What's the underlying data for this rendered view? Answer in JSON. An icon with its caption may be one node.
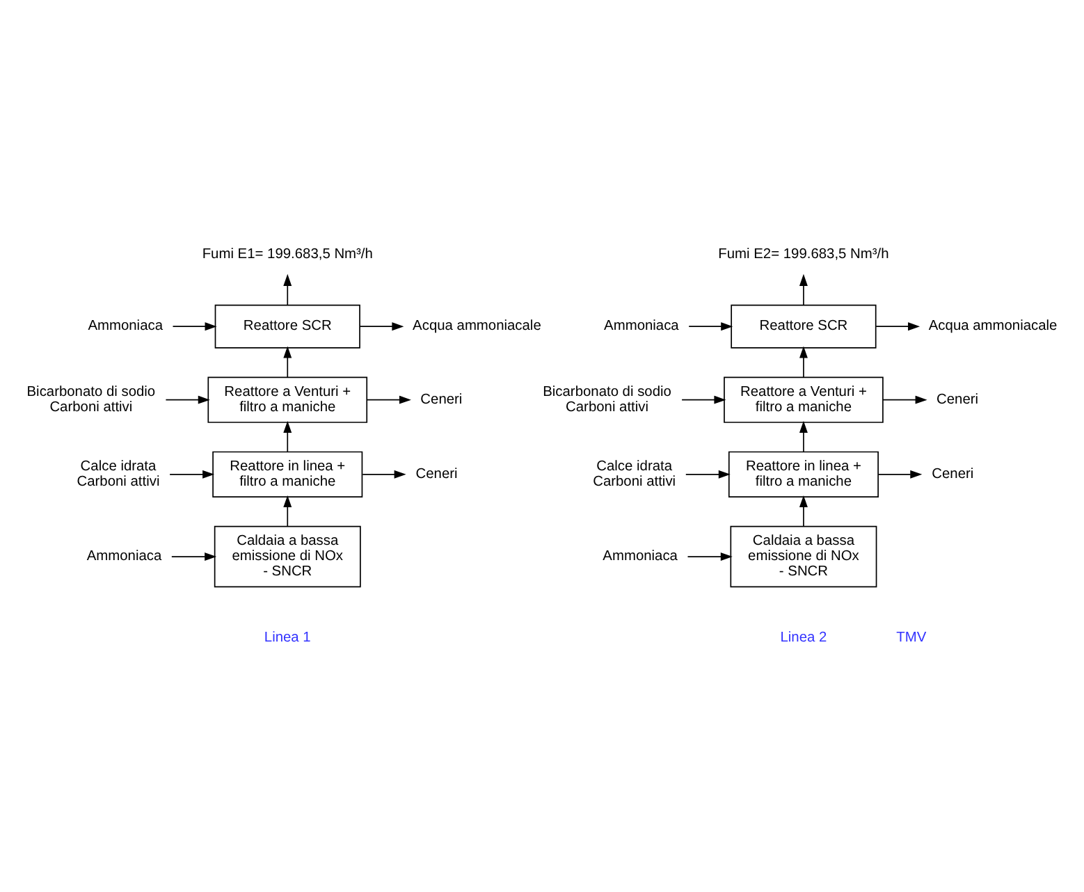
{
  "diagram": {
    "nodes": [
      {
        "text": [
          "Fumi E1= 199.683,5 Nm³/h"
        ]
      },
      {
        "text": [
          "Ammoniaca"
        ]
      },
      {
        "text": [
          "Reattore SCR"
        ]
      },
      {
        "text": [
          "Acqua ammoniacale"
        ]
      },
      {
        "text": [
          "Bicarbonato di sodio",
          "Carboni attivi"
        ]
      },
      {
        "text": [
          "Reattore a Venturi + filtro a maniche"
        ]
      },
      {
        "text": [
          "Ceneri"
        ]
      },
      {
        "text": [
          "Calce idrata",
          "Carboni attivi"
        ]
      },
      {
        "text": [
          "Reattore in linea + filtro a maniche"
        ]
      },
      {
        "text": [
          "Ceneri"
        ]
      },
      {
        "text": [
          "Ammoniaca"
        ]
      },
      {
        "text": [
          "Caldaia a bassa emissione di NOx - SNCR"
        ]
      },
      {
        "text": [
          "Fumi E2= 199.683,5 Nm³/h"
        ]
      },
      {
        "text": [
          "Ammoniaca"
        ]
      },
      {
        "text": [
          "Reattore SCR"
        ]
      },
      {
        "text": [
          "Acqua ammoniacale"
        ]
      },
      {
        "text": [
          "Bicarbonato di sodio",
          "Carboni attivi"
        ]
      },
      {
        "text": [
          "Reattore a Venturi + filtro a maniche"
        ]
      },
      {
        "text": [
          "Ceneri"
        ]
      },
      {
        "text": [
          "Calce idrata",
          "Carboni attivi"
        ]
      },
      {
        "text": [
          "Reattore in linea + filtro a maniche"
        ]
      },
      {
        "text": [
          "Ceneri"
        ]
      },
      {
        "text": [
          "Ammoniaca"
        ]
      },
      {
        "text": [
          "Caldaia a bassa emissione di NOx - SNCR"
        ]
      }
    ],
    "edges": [
      {
        "from": 11,
        "to": 8,
        "arrow": "to"
      },
      {
        "from": 8,
        "to": 5,
        "arrow": "to"
      },
      {
        "from": 5,
        "to": 2,
        "arrow": "to"
      },
      {
        "from": 2,
        "to": 0,
        "arrow": "to"
      },
      {
        "from": 1,
        "to": 2,
        "arrow": "to"
      },
      {
        "from": 2,
        "to": 3,
        "arrow": "to"
      },
      {
        "from": 4,
        "to": 5,
        "arrow": "to"
      },
      {
        "from": 5,
        "to": 6,
        "arrow": "to"
      },
      {
        "from": 7,
        "to": 8,
        "arrow": "to"
      },
      {
        "from": 8,
        "to": 9,
        "arrow": "to"
      },
      {
        "from": 10,
        "to": 11,
        "arrow": "to"
      },
      {
        "from": 23,
        "to": 20,
        "arrow": "to"
      },
      {
        "from": 20,
        "to": 17,
        "arrow": "to"
      },
      {
        "from": 17,
        "to": 14,
        "arrow": "to"
      },
      {
        "from": 14,
        "to": 12,
        "arrow": "to"
      },
      {
        "from": 13,
        "to": 14,
        "arrow": "to"
      },
      {
        "from": 14,
        "to": 15,
        "arrow": "to"
      },
      {
        "from": 16,
        "to": 17,
        "arrow": "to"
      },
      {
        "from": 17,
        "to": 18,
        "arrow": "to"
      },
      {
        "from": 19,
        "to": 20,
        "arrow": "to"
      },
      {
        "from": 20,
        "to": 21,
        "arrow": "to"
      },
      {
        "from": 22,
        "to": 23,
        "arrow": "to"
      }
    ],
    "labels": [
      "Linea 1",
      "Linea 2",
      "TMV"
    ]
  }
}
